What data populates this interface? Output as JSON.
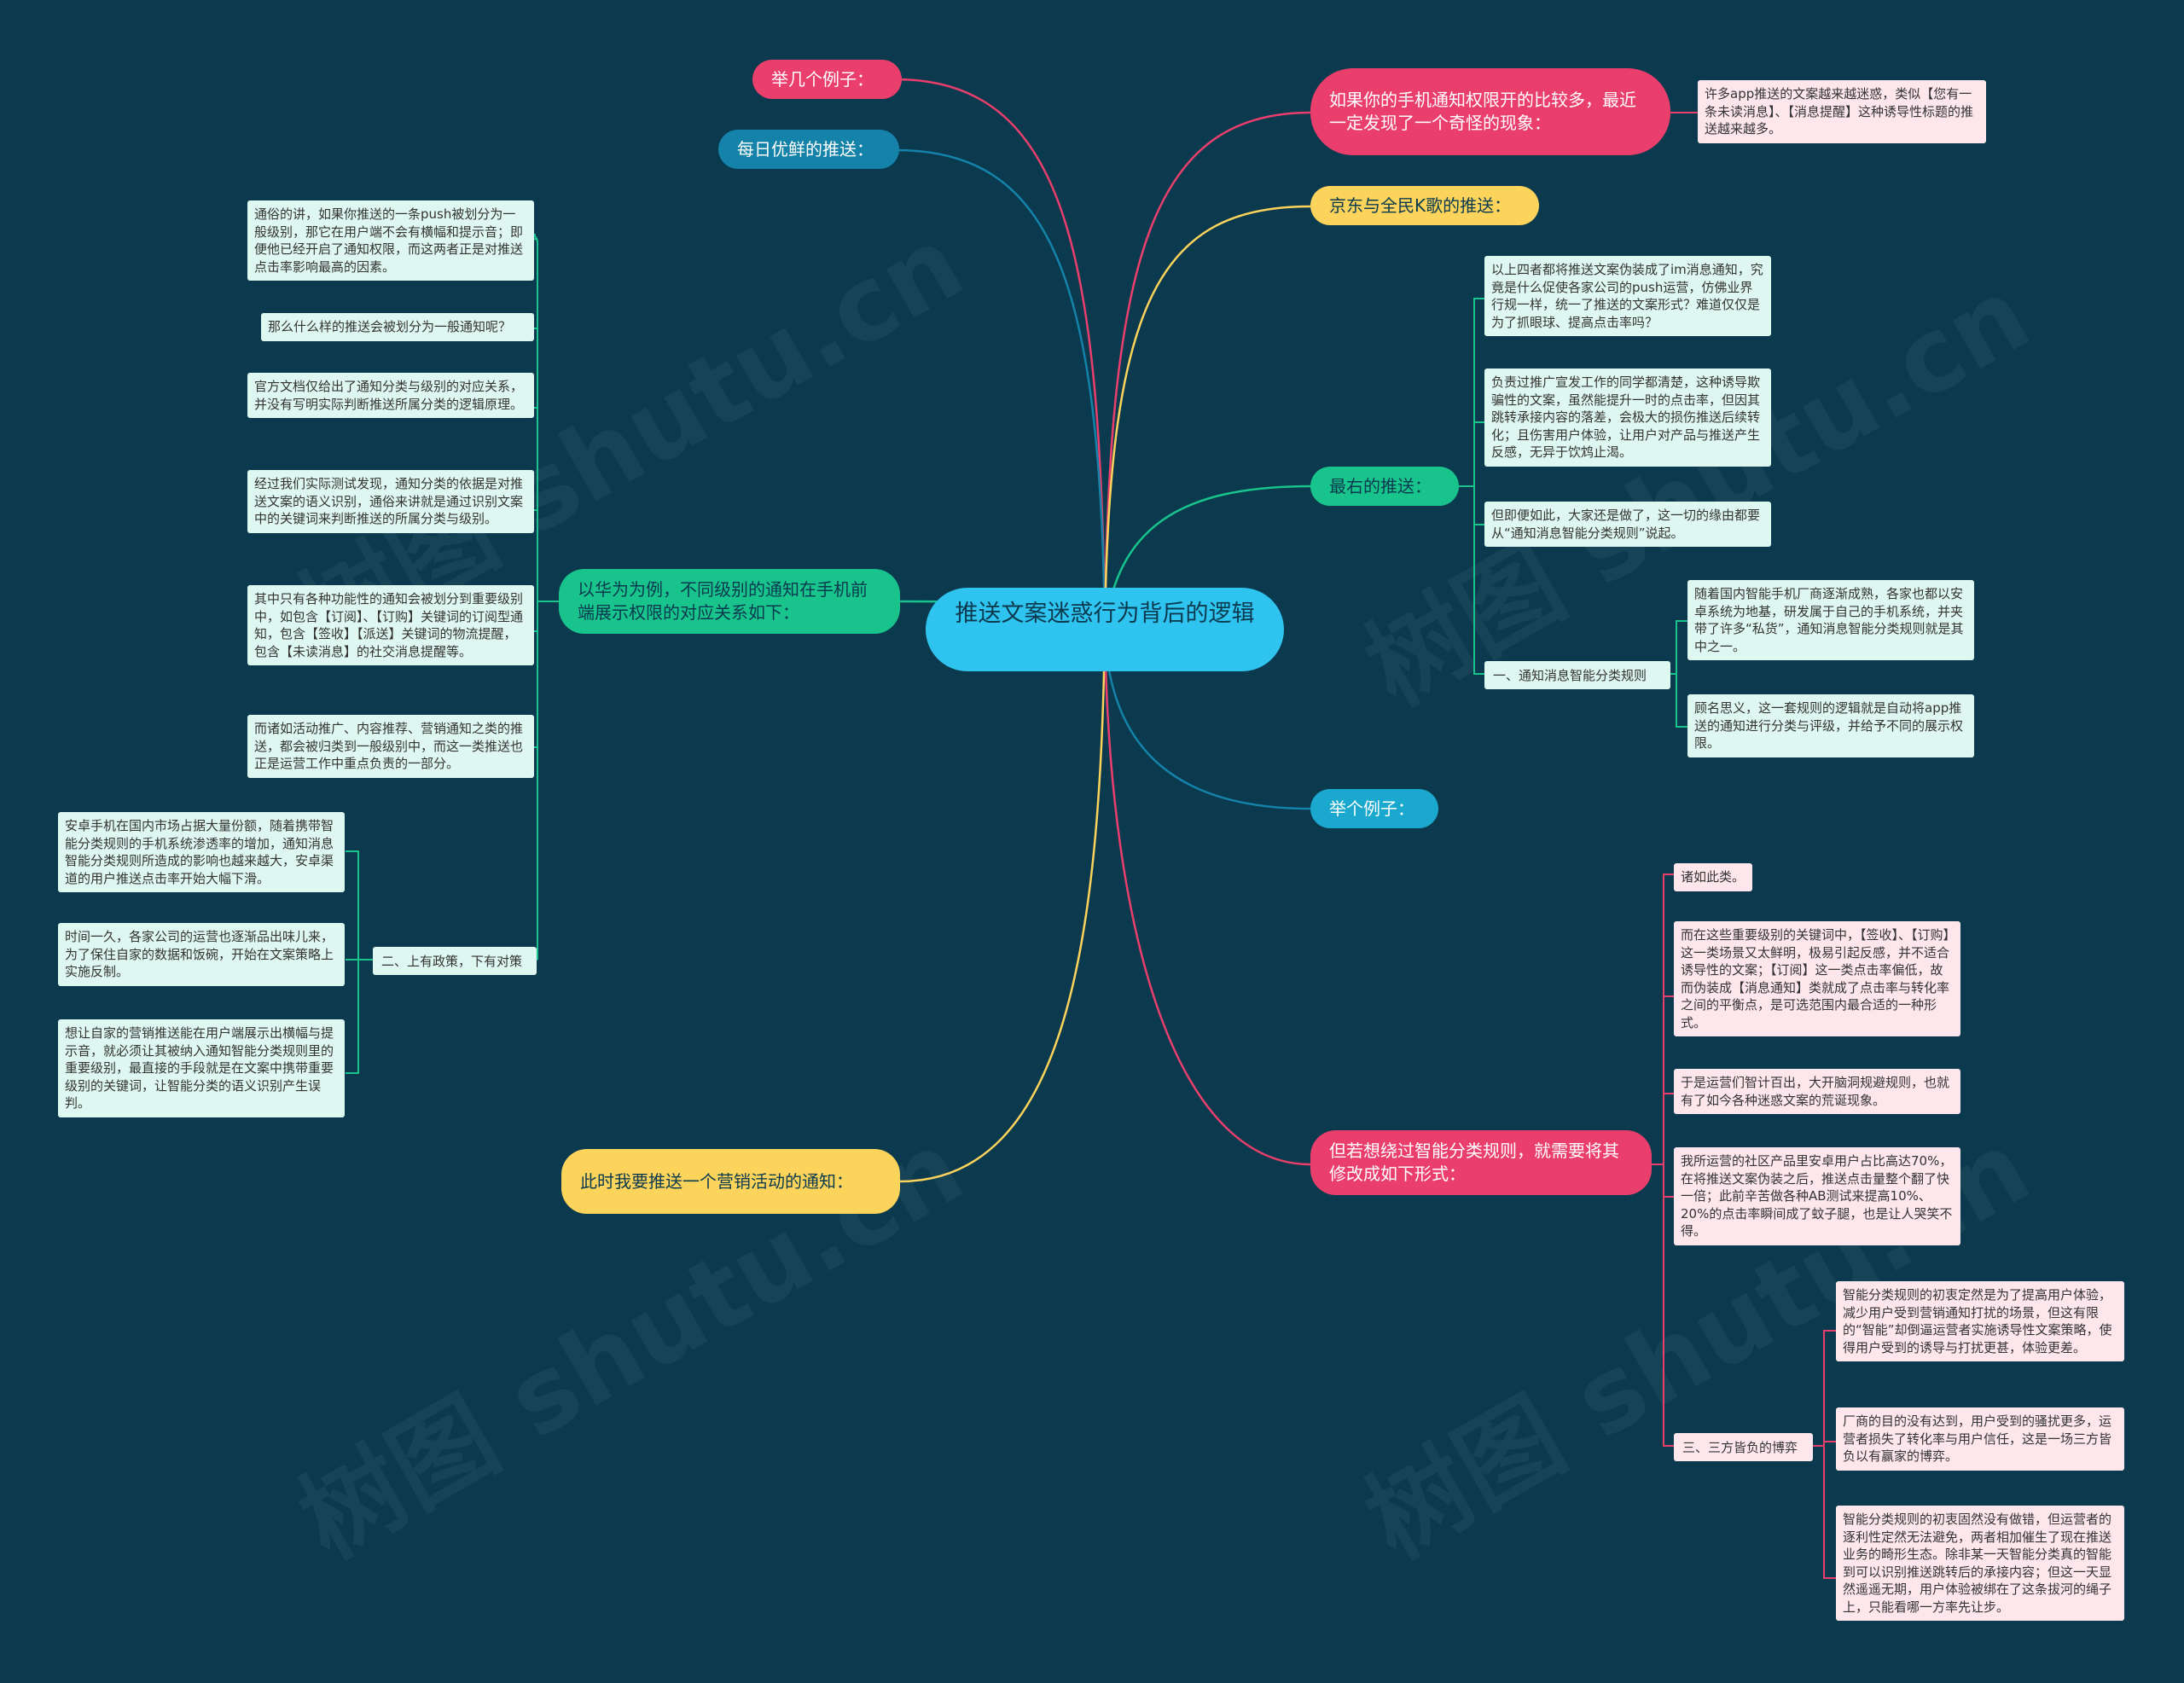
{
  "root": {
    "title": "推送文案迷惑行为背后的逻辑"
  },
  "branches": {
    "examples_top": "举几个例子：",
    "daily": "每日优鲜的推送：",
    "huawei": "以华为为例，不同级别的通知在手机前端展示权限的对应关系如下：",
    "marketing": "此时我要推送一个营销活动的通知：",
    "phone_perm": "如果你的手机通知权限开的比较多，最近一定发现了一个奇怪的现象：",
    "jd": "京东与全民K歌的推送：",
    "zuiyou": "最右的推送：",
    "example": "举个例子：",
    "bypass": "但若想绕过智能分类规则，就需要将其修改成如下形式："
  },
  "huawei_notes": [
    "通俗的讲，如果你推送的一条push被划分为一般级别，那它在用户端不会有横幅和提示音；即便他已经开启了通知权限，而这两者正是对推送点击率影响最高的因素。",
    "那么什么样的推送会被划分为一般通知呢？",
    "官方文档仅给出了通知分类与级别的对应关系，并没有写明实际判断推送所属分类的逻辑原理。",
    "经过我们实际测试发现，通知分类的依据是对推送文案的语义识别，通俗来讲就是通过识别文案中的关键词来判断推送的所属分类与级别。",
    "其中只有各种功能性的通知会被划分到重要级别中，如包含【订阅】、【订购】关键词的订阅型通知，包含【签收】【派送】关键词的物流提醒，包含【未读消息】的社交消息提醒等。",
    "而诸如活动推广、内容推荐、营销通知之类的推送，都会被归类到一般级别中，而这一类推送也正是运营工作中重点负责的一部分。"
  ],
  "policy_label": "二、上有政策，下有对策",
  "policy_notes": [
    "安卓手机在国内市场占据大量份额，随着携带智能分类规则的手机系统渗透率的增加，通知消息智能分类规则所造成的影响也越来越大，安卓渠道的用户推送点击率开始大幅下滑。",
    "时间一久，各家公司的运营也逐渐品出味儿来，为了保住自家的数据和饭碗，开始在文案策略上实施反制。",
    "想让自家的营销推送能在用户端展示出横幅与提示音，就必须让其被纳入通知智能分类规则里的重要级别，最直接的手段就是在文案中携带重要级别的关键词，让智能分类的语义识别产生误判。"
  ],
  "phone_note": "许多app推送的文案越来越迷惑，类似【您有一条未读消息】、【消息提醒】这种诱导性标题的推送越来越多。",
  "zuiyou_notes": [
    "以上四者都将推送文案伪装成了im消息通知，究竟是什么促使各家公司的push运营，仿佛业界行规一样，统一了推送的文案形式？难道仅仅是为了抓眼球、提高点击率吗？",
    "负责过推广宣发工作的同学都清楚，这种诱导欺骗性的文案，虽然能提升一时的点击率，但因其跳转承接内容的落差，会极大的损伤推送后续转化；且伤害用户体验，让用户对产品与推送产生反感，无异于饮鸩止渴。",
    "但即便如此，大家还是做了，这一切的缘由都要从“通知消息智能分类规则”说起。"
  ],
  "rule_label": "一、通知消息智能分类规则",
  "rule_notes": [
    "随着国内智能手机厂商逐渐成熟，各家也都以安卓系统为地基，研发属于自己的手机系统，并夹带了许多“私货”，通知消息智能分类规则就是其中之一。",
    "顾名思义，这一套规则的逻辑就是自动将app推送的通知进行分类与评级，并给予不同的展示权限。"
  ],
  "bypass_notes": [
    "诸如此类。",
    "而在这些重要级别的关键词中，【签收】、【订购】这一类场景又太鲜明，极易引起反感，并不适合诱导性的文案；【订阅】这一类点击率偏低，故而伪装成【消息通知】类就成了点击率与转化率之间的平衡点，是可选范围内最合适的一种形式。",
    "于是运营们智计百出，大开脑洞规避规则，也就有了如今各种迷惑文案的荒诞现象。",
    "我所运营的社区产品里安卓用户占比高达70%，在将推送文案伪装之后，推送点击量整个翻了快一倍；此前辛苦做各种AB测试来提高10%、20%的点击率瞬间成了蚊子腿，也是让人哭笑不得。"
  ],
  "game_label": "三、三方皆负的博弈",
  "game_notes": [
    "智能分类规则的初衷定然是为了提高用户体验，减少用户受到营销通知打扰的场景，但这有限的“智能”却倒逼运营者实施诱导性文案策略，使得用户受到的诱导与打扰更甚，体验更差。",
    "厂商的目的没有达到，用户受到的骚扰更多，运营者损失了转化率与用户信任，这是一场三方皆负以有赢家的博弈。",
    "智能分类规则的初衷固然没有做错，但运营者的逐利性定然无法避免，两者相加催生了现在推送业务的畸形生态。除非某一天智能分类真的智能到可以识别推送跳转后的承接内容；但这一天显然遥遥无期，用户体验被绑在了这条拔河的绳子上，只能看哪一方率先让步。"
  ],
  "watermark": "树图 shutu.cn",
  "colors": {
    "background": "#0b394e",
    "root": "#2fc3ef",
    "pink": "#ea3f6c",
    "blue": "#1482a9",
    "yellow": "#fdd45b",
    "green": "#18c48c",
    "teal": "#1aa8cf"
  }
}
